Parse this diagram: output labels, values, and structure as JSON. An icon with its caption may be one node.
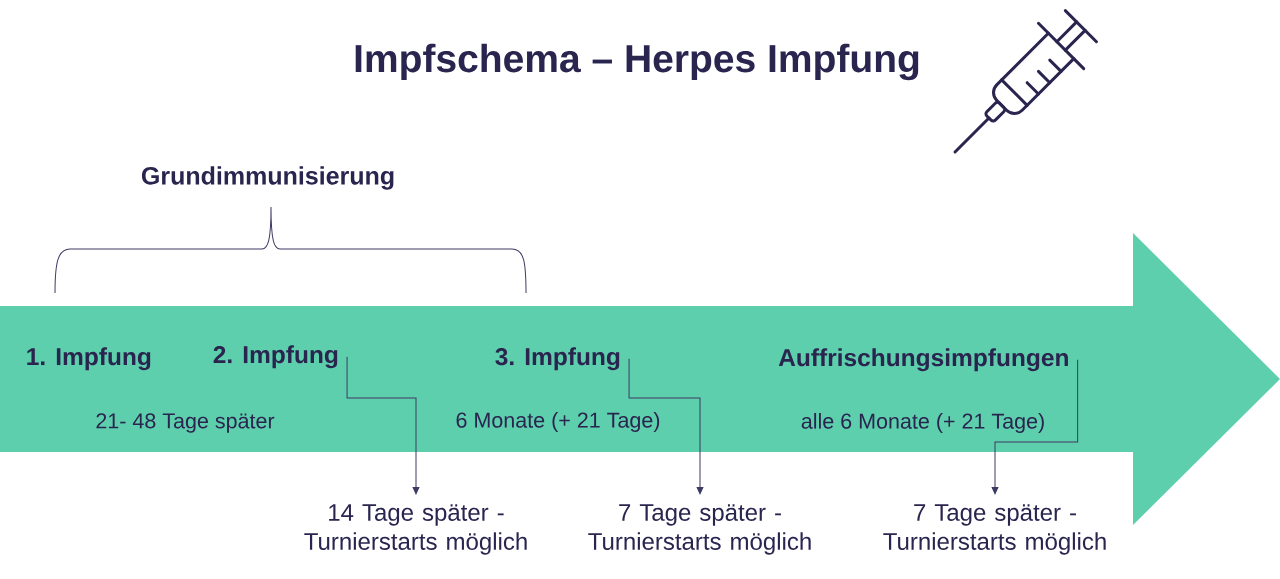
{
  "diagram": {
    "title": "Impfschema – Herpes Impfung",
    "nodes": [
      {
        "text": [
          "21- 48 Tage später",
          "6 Monate (+ 21 Tage)",
          "alle 6 Monate (+ 21 Tage)"
        ]
      },
      {
        "text": [
          "1. Impfung"
        ],
        "in": 0
      },
      {
        "text": [
          "2. Impfung"
        ],
        "in": 0
      },
      {
        "text": [
          "3. Impfung"
        ],
        "in": 0
      },
      {
        "text": [
          "Auffrischungsimpfungen"
        ],
        "in": 0
      },
      {
        "text": [
          "14 Tage später - Turnierstarts möglich"
        ]
      },
      {
        "text": [
          "7 Tage später - Turnierstarts möglich"
        ]
      },
      {
        "text": [
          "7 Tage später - Turnierstarts möglich"
        ]
      }
    ],
    "edges": [
      {
        "from": 2,
        "to": 5,
        "arrow": "to"
      },
      {
        "from": 3,
        "to": 6,
        "arrow": "to"
      },
      {
        "from": 4,
        "to": 7,
        "arrow": "to"
      }
    ],
    "labels": [
      "Grundimmunisierung"
    ]
  }
}
